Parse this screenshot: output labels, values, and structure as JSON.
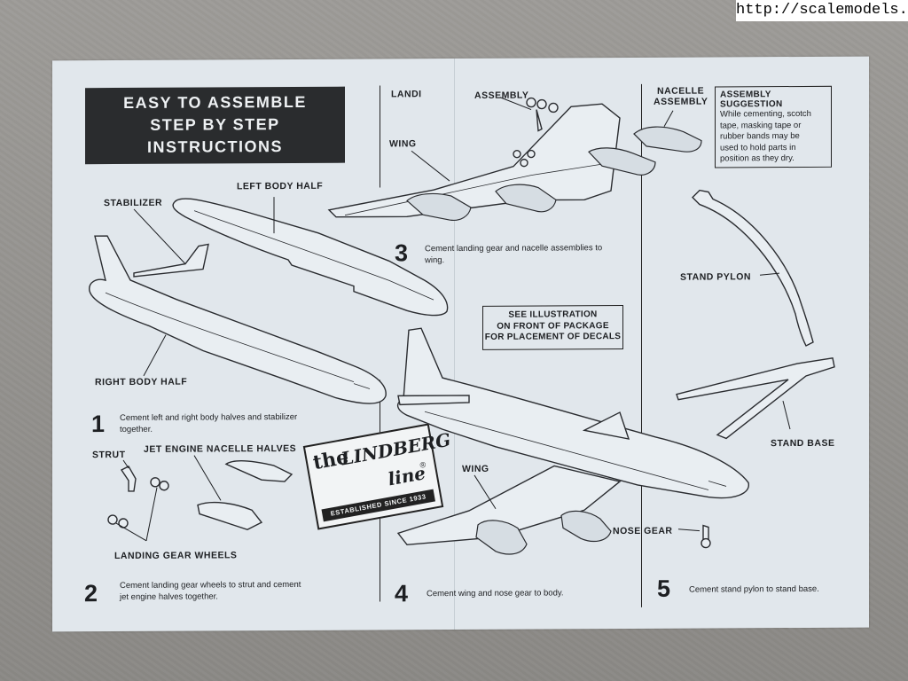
{
  "watermark": "http://scalemodels.ru",
  "header": {
    "line1": "EASY TO ASSEMBLE",
    "line2": "STEP BY STEP",
    "line3": "INSTRUCTIONS"
  },
  "labels": {
    "left_body_half": "LEFT BODY HALF",
    "stabilizer": "STABILIZER",
    "right_body_half": "RIGHT BODY HALF",
    "strut": "STRUT",
    "jet_engine_nacelle_halves": "JET ENGINE NACELLE HALVES",
    "landing_gear_wheels": "LANDING GEAR WHEELS",
    "landing_gear_assembly_left": "LANDI",
    "landing_gear_assembly_right": "ASSEMBLY",
    "wing_step3": "WING",
    "nacelle_assembly_l1": "NACELLE",
    "nacelle_assembly_l2": "ASSEMBLY",
    "wing_step4": "WING",
    "nose_gear": "NOSE GEAR",
    "stand_pylon": "STAND PYLON",
    "stand_base": "STAND BASE"
  },
  "steps": [
    {
      "number": "1",
      "line1": "Cement left and right body halves and stabilizer",
      "line2": "together."
    },
    {
      "number": "2",
      "line1": "Cement landing gear wheels to strut and cement",
      "line2": "jet engine halves together."
    },
    {
      "number": "3",
      "line1": "Cement landing gear and nacelle assemblies to",
      "line2": "wing."
    },
    {
      "number": "4",
      "line1": "Cement wing and nose gear to body.",
      "line2": ""
    },
    {
      "number": "5",
      "line1": "Cement stand pylon to stand base.",
      "line2": ""
    }
  ],
  "decal_note": {
    "line1": "SEE ILLUSTRATION",
    "line2": "ON FRONT OF PACKAGE",
    "line3": "FOR PLACEMENT OF DECALS"
  },
  "assembly_suggestion": {
    "title": "ASSEMBLY SUGGESTION",
    "lines": [
      "While cementing, scotch",
      "tape, masking tape or",
      "rubber bands may be",
      "used to hold parts in",
      "position as they dry."
    ]
  },
  "logo": {
    "the": "the",
    "brand": "LINDBERG",
    "line": "line",
    "reg": "®",
    "established": "ESTABLISHED SINCE 1933"
  },
  "colors": {
    "paper": "#e1e7ec",
    "ink": "#1d1f22",
    "header_bg": "#2a2c2e",
    "background": "#979591"
  }
}
